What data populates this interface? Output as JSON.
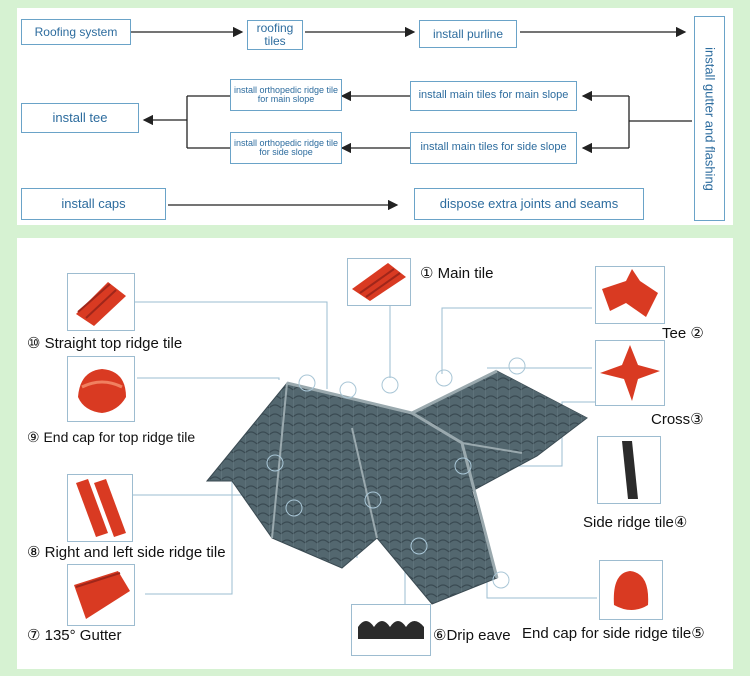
{
  "flow": {
    "roofing_system": "Roofing system",
    "roofing_tiles": "roofing tiles",
    "install_purline": "install purline",
    "install_gutter": "install gutter and flashing",
    "main_tiles_main": "install main tiles for main slope",
    "main_tiles_side": "install main tiles for side slope",
    "ridge_main": "install orthopedic ridge tile for main slope",
    "ridge_side": "install orthopedic ridge tile for side slope",
    "install_tee": "install tee",
    "install_caps": "install caps",
    "dispose": "dispose extra joints and seams"
  },
  "parts": {
    "main_tile": "① Main tile",
    "tee": "Tee ②",
    "cross": "Cross③",
    "side_ridge": "Side ridge tile④",
    "end_cap_side": "End cap for side ridge tile⑤",
    "drip_eave": "⑥Drip eave",
    "gutter": "⑦ 135° Gutter",
    "right_left": "⑧ Right and left side ridge tile",
    "end_cap_top": "⑨ End cap for top ridge tile",
    "straight_top": "⑩ Straight top ridge tile"
  },
  "colors": {
    "tile_red": "#d93a22",
    "roof_slate": "#4f6470",
    "flow_text": "#2d6c9e",
    "background": "#d6f2d2"
  }
}
